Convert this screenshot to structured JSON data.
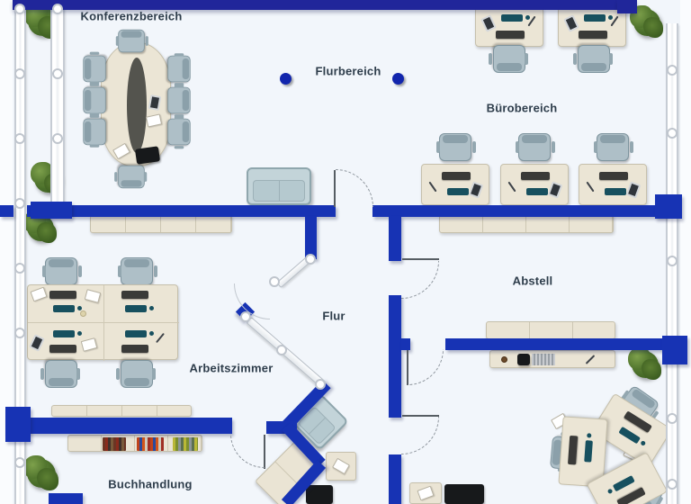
{
  "floorplan": {
    "rooms": {
      "konferenzbereich": {
        "label": "Konferenzbereich",
        "furniture": [
          "conference table",
          "8 chairs",
          "laptop",
          "documents",
          "plants"
        ]
      },
      "flurbereich": {
        "label": "Flurbereich",
        "furniture": [
          "2 columns",
          "sofa"
        ]
      },
      "buerobereich": {
        "label": "Bürobereich",
        "furniture": [
          "5 desks",
          "5 office chairs",
          "plant"
        ]
      },
      "abstell": {
        "label": "Abstell",
        "furniture": [
          "cabinet row",
          "sideboard"
        ]
      },
      "flur": {
        "label": "Flur",
        "furniture": [
          "glass partition",
          "armchair",
          "side tables"
        ]
      },
      "arbeitszimmer": {
        "label": "Arbeitszimmer",
        "furniture": [
          "group desk with 4 workstations",
          "4 office chairs",
          "cabinet row",
          "plant"
        ]
      },
      "buchhandlung": {
        "label": "Buchhandlung",
        "furniture": [
          "bookshelf with books",
          "cabinet row",
          "plant"
        ]
      },
      "team_office": {
        "label": "",
        "furniture": [
          "3-desk cluster",
          "3 office chairs",
          "sideboard",
          "plant"
        ]
      }
    },
    "colors": {
      "wall": "#1733b4",
      "top_wall": "#20269a",
      "floor": "#f2f6fb",
      "desk": "#ebe5d5",
      "chair": "#aebfc7",
      "plant_dark": "#3c5d20",
      "label_text": "#2e3d4b",
      "column": "#1226ad"
    }
  }
}
